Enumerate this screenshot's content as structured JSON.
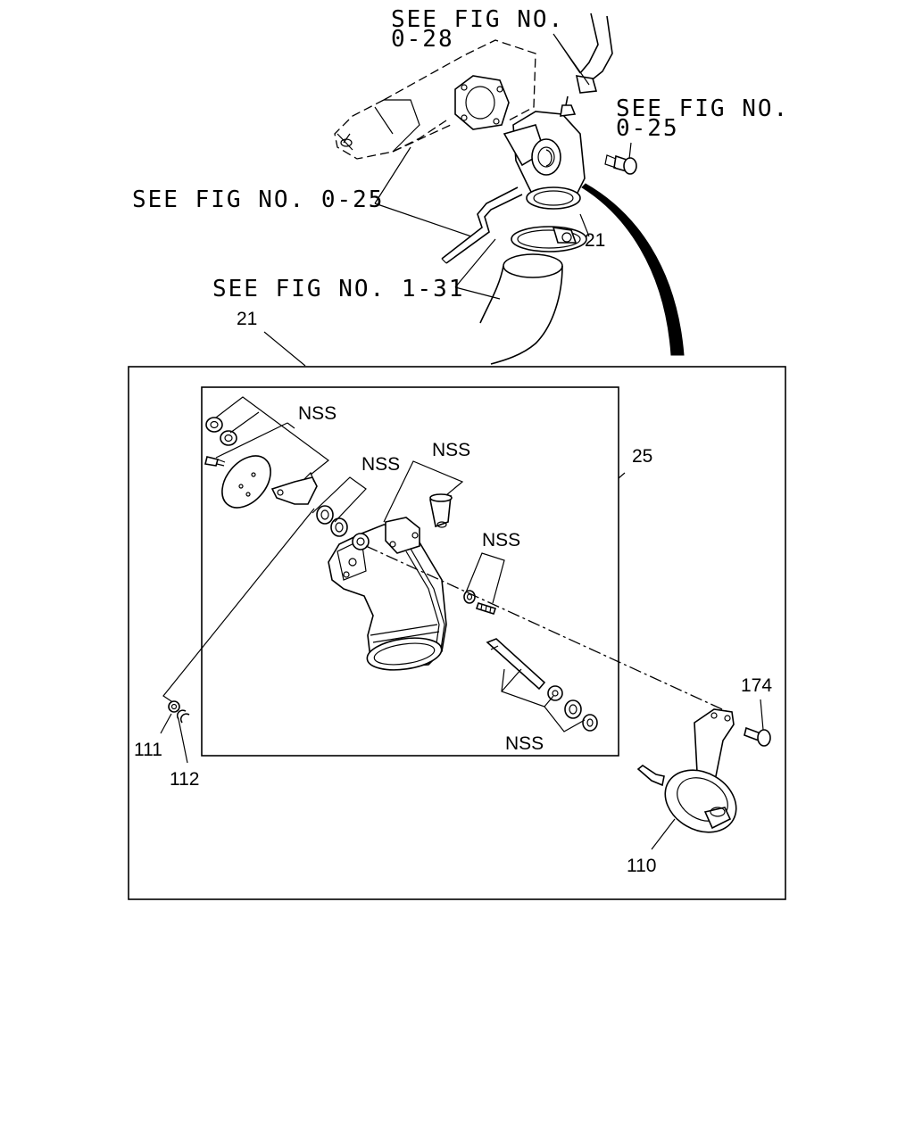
{
  "references": {
    "fig_028_line1": "SEE FIG NO.",
    "fig_028_line2": "0-28",
    "fig_025_right_line1": "SEE FIG NO.",
    "fig_025_right_line2": "0-25",
    "fig_025_left": "SEE FIG NO. 0-25",
    "fig_131": "SEE FIG NO. 1-31"
  },
  "callouts": {
    "part_21_top": "21",
    "part_21_left": "21",
    "part_25": "25",
    "part_110": "110",
    "part_111": "111",
    "part_112": "112",
    "part_174": "174",
    "nss_1": "NSS",
    "nss_2": "NSS",
    "nss_3": "NSS",
    "nss_4": "NSS",
    "nss_5": "NSS"
  },
  "colors": {
    "ink": "#000000",
    "paper": "#ffffff"
  }
}
